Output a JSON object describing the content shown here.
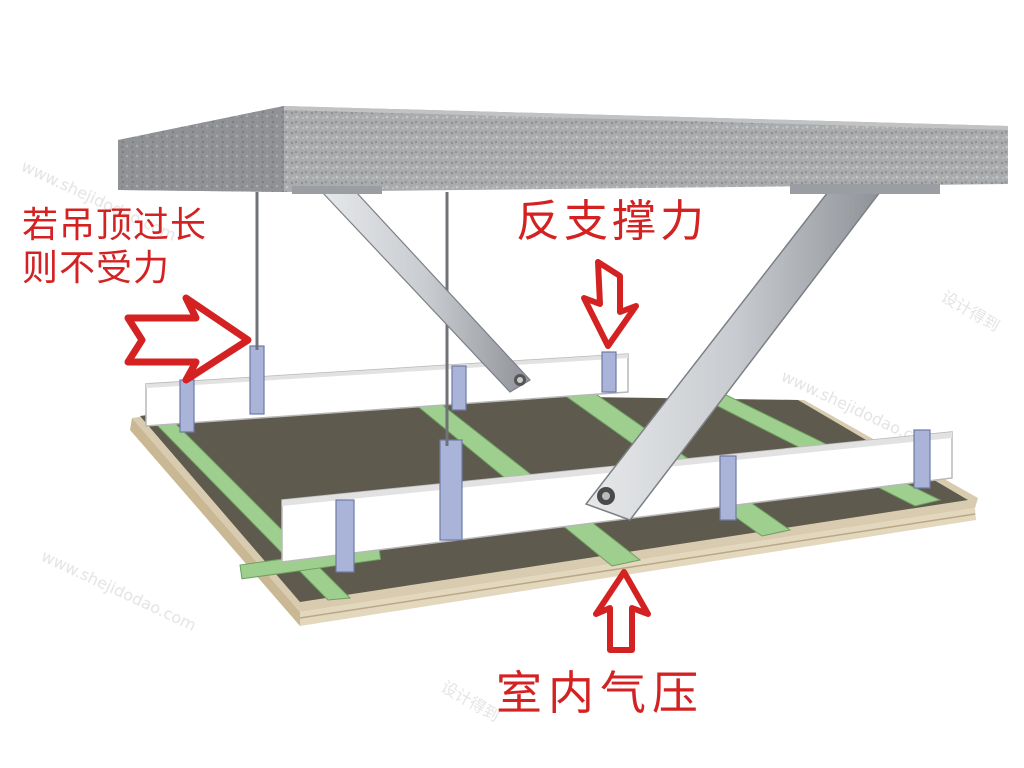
{
  "labels": {
    "long_hanger_line1": "若吊顶过长",
    "long_hanger_line2": "则不受力",
    "reverse_brace": "反支撑力",
    "indoor_pressure": "室内气压"
  },
  "watermark": {
    "url_text": "www.shejidodao.com",
    "cn_text": "设计得到"
  },
  "colors": {
    "label_red": "#d42222",
    "slab_gray": "#a9abad",
    "brace_steel": "#c9ccd0",
    "main_runner": "#ffffff",
    "hanger_clip": "#a9b4d8",
    "sub_runner": "#9fcf8e",
    "board_top": "#5e5a4e",
    "board_edge": "#d8cbb0"
  },
  "icons": [
    "arrow-right-icon",
    "arrow-down-icon",
    "arrow-up-icon"
  ]
}
